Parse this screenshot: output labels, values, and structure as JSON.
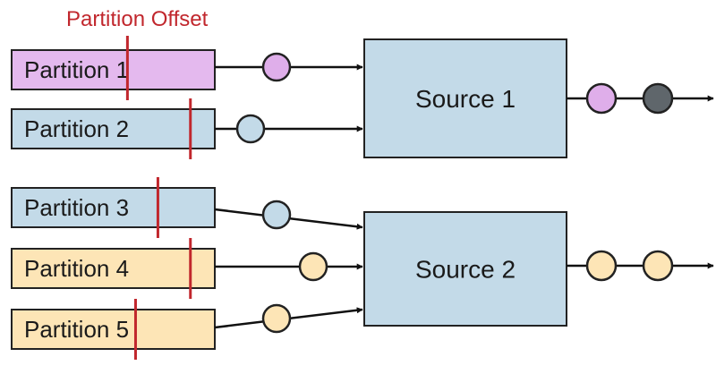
{
  "partition_offset_label": "Partition Offset",
  "partitions": [
    {
      "label": "Partition 1",
      "fill": "#e4b9ee",
      "record_fill": "#dfaeea",
      "offset": 0.57
    },
    {
      "label": "Partition 2",
      "fill": "#c3dae8",
      "record_fill": "#c3dae8",
      "offset": 0.88
    },
    {
      "label": "Partition 3",
      "fill": "#c3dae8",
      "record_fill": "#c3dae8",
      "offset": 0.72
    },
    {
      "label": "Partition 4",
      "fill": "#fde5b6",
      "record_fill": "#fde5b6",
      "offset": 0.88
    },
    {
      "label": "Partition 5",
      "fill": "#fde5b6",
      "record_fill": "#fde5b6",
      "offset": 0.61
    }
  ],
  "sources": [
    {
      "label": "Source 1",
      "fill": "#c3dae8",
      "output_records": [
        "#dfaeea",
        "#5f666b"
      ]
    },
    {
      "label": "Source 2",
      "fill": "#c3dae8",
      "output_records": [
        "#fde5b6",
        "#fde5b6"
      ]
    }
  ],
  "colors": {
    "offset_line": "#c1272d",
    "offset_label": "#c1272d",
    "stroke": "#222222"
  }
}
